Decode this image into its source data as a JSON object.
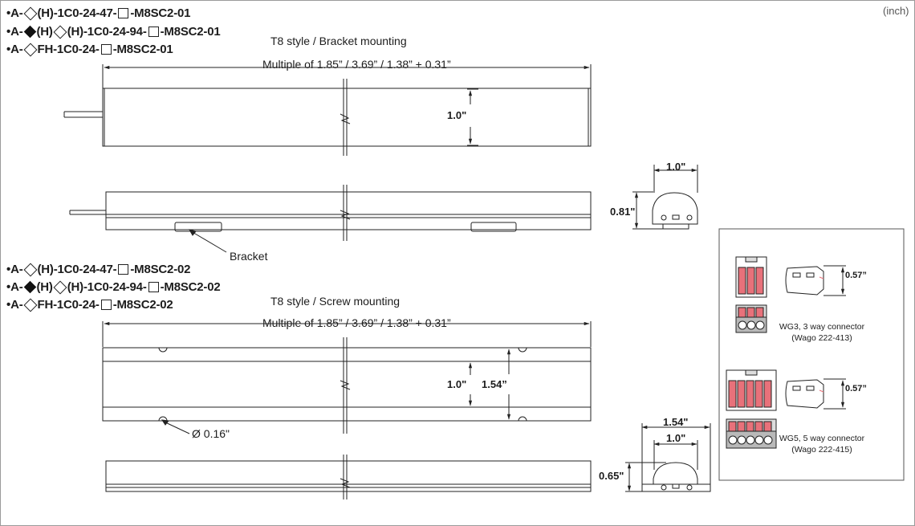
{
  "unit_label": "(inch)",
  "group1": {
    "codes": [
      {
        "bullet": "•",
        "a": "A-",
        "m1": "wd",
        "b": "(H)-1C0-24-47-",
        "m2": "sq",
        "c": "-M8SC2-01"
      },
      {
        "bullet": "•",
        "a": "A-",
        "m1": "bd",
        "b": "(H)",
        "m1b": "wd",
        "b2": "(H)-1C0-24-94-",
        "m2": "sq",
        "c": "-M8SC2-01"
      },
      {
        "bullet": "•",
        "a": "A-",
        "m1": "wd",
        "b": "FH-1C0-24-",
        "m2": "sq",
        "c": "-M8SC2-01"
      }
    ],
    "style_title": "T8 style / Bracket mounting",
    "length_label": "Multiple of  1.85” / 3.69” / 1.38” + 0.31”",
    "height_label": "1.0\"",
    "bracket_label": "Bracket"
  },
  "group2": {
    "codes": [
      {
        "bullet": "•",
        "a": "A-",
        "m1": "wd",
        "b": "(H)-1C0-24-47-",
        "m2": "sq",
        "c": "-M8SC2-02"
      },
      {
        "bullet": "•",
        "a": "A-",
        "m1": "bd",
        "b": "(H)",
        "m1b": "wd",
        "b2": "(H)-1C0-24-94-",
        "m2": "sq",
        "c": "-M8SC2-02"
      },
      {
        "bullet": "•",
        "a": "A-",
        "m1": "wd",
        "b": "FH-1C0-24-",
        "m2": "sq",
        "c": "-M8SC2-02"
      }
    ],
    "style_title": "T8 style / Screw mounting",
    "length_label": "Multiple of  1.85” / 3.69” / 1.38” + 0.31”",
    "height_label": "1.0\"",
    "height2_label": "1.54”",
    "hole_label": "Ø 0.16\""
  },
  "profile1": {
    "width_label": "1.0\"",
    "height_label": "0.81\""
  },
  "profile2": {
    "outer_width_label": "1.54\"",
    "inner_width_label": "1.0\"",
    "height_label": "0.65\""
  },
  "connectors": [
    {
      "dim_label": "0.57”",
      "name": "WG3, 3 way connector",
      "part": "(Wago 222-413)",
      "ways": 3
    },
    {
      "dim_label": "0.57”",
      "name": "WG5, 5 way connector",
      "part": "(Wago 222-415)",
      "ways": 5
    }
  ],
  "colors": {
    "line": "#222222",
    "accent_red": "#e8717a",
    "connector_body": "#cfcfcf"
  }
}
